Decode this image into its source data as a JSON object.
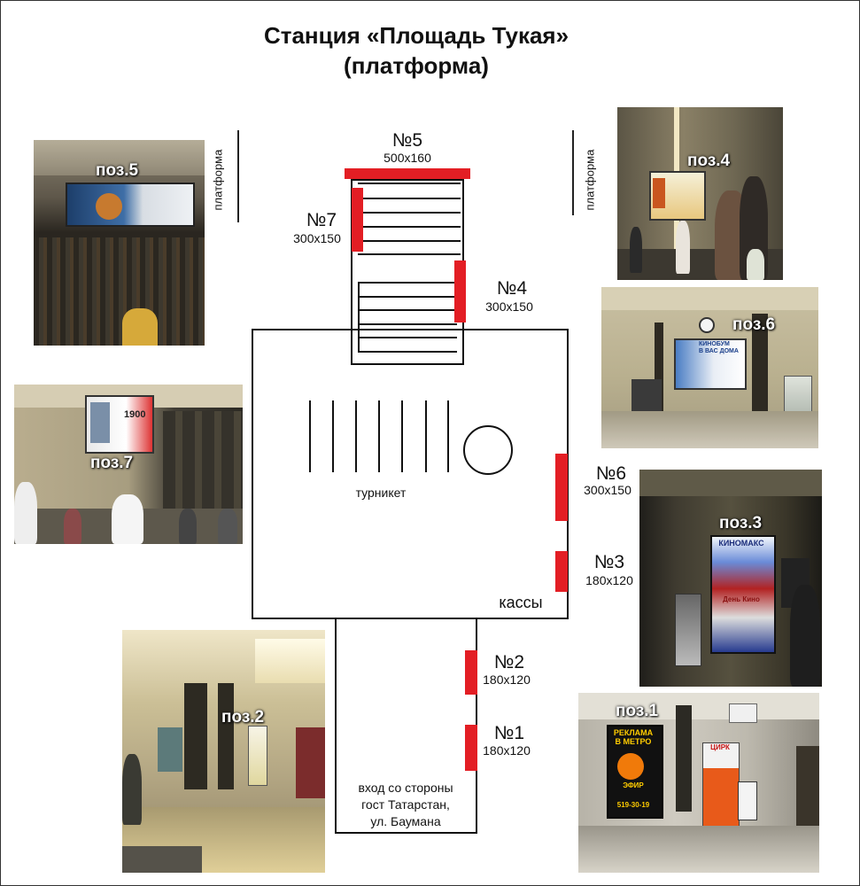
{
  "title_line1": "Станция «Площадь Тукая»",
  "title_line2": "(платформа)",
  "platform_label": "платформа",
  "turnstile_label": "турникет",
  "ticket_office_label": "кассы",
  "entrance_label": [
    "вход со стороны",
    "гост Татарстан,",
    "ул. Баумана"
  ],
  "ad_places": [
    {
      "num": "№1",
      "size": "180x120"
    },
    {
      "num": "№2",
      "size": "180x120"
    },
    {
      "num": "№3",
      "size": "180x120"
    },
    {
      "num": "№4",
      "size": "300x150"
    },
    {
      "num": "№5",
      "size": "500x160"
    },
    {
      "num": "№6",
      "size": "300x150"
    },
    {
      "num": "№7",
      "size": "300x150"
    }
  ],
  "photos": [
    {
      "label": "поз.1"
    },
    {
      "label": "поз.2"
    },
    {
      "label": "поз.3"
    },
    {
      "label": "поз.4"
    },
    {
      "label": "поз.5"
    },
    {
      "label": "поз.6"
    },
    {
      "label": "поз.7"
    }
  ],
  "photo_texts": {
    "pos1_poster": [
      "РЕКЛАМА",
      "В МЕТРО",
      "ЭФИР",
      "519-30-19"
    ],
    "pos1_kiosk": "ЦИРК",
    "pos3_poster_brand": "КИНОМАКС",
    "pos3_poster_text": "День Кино",
    "pos6_poster": [
      "КИНОБУМ",
      "В ВАС ДОМА"
    ],
    "pos7_poster_price": "1900"
  },
  "colors": {
    "ad_marker": "#e31e24"
  }
}
